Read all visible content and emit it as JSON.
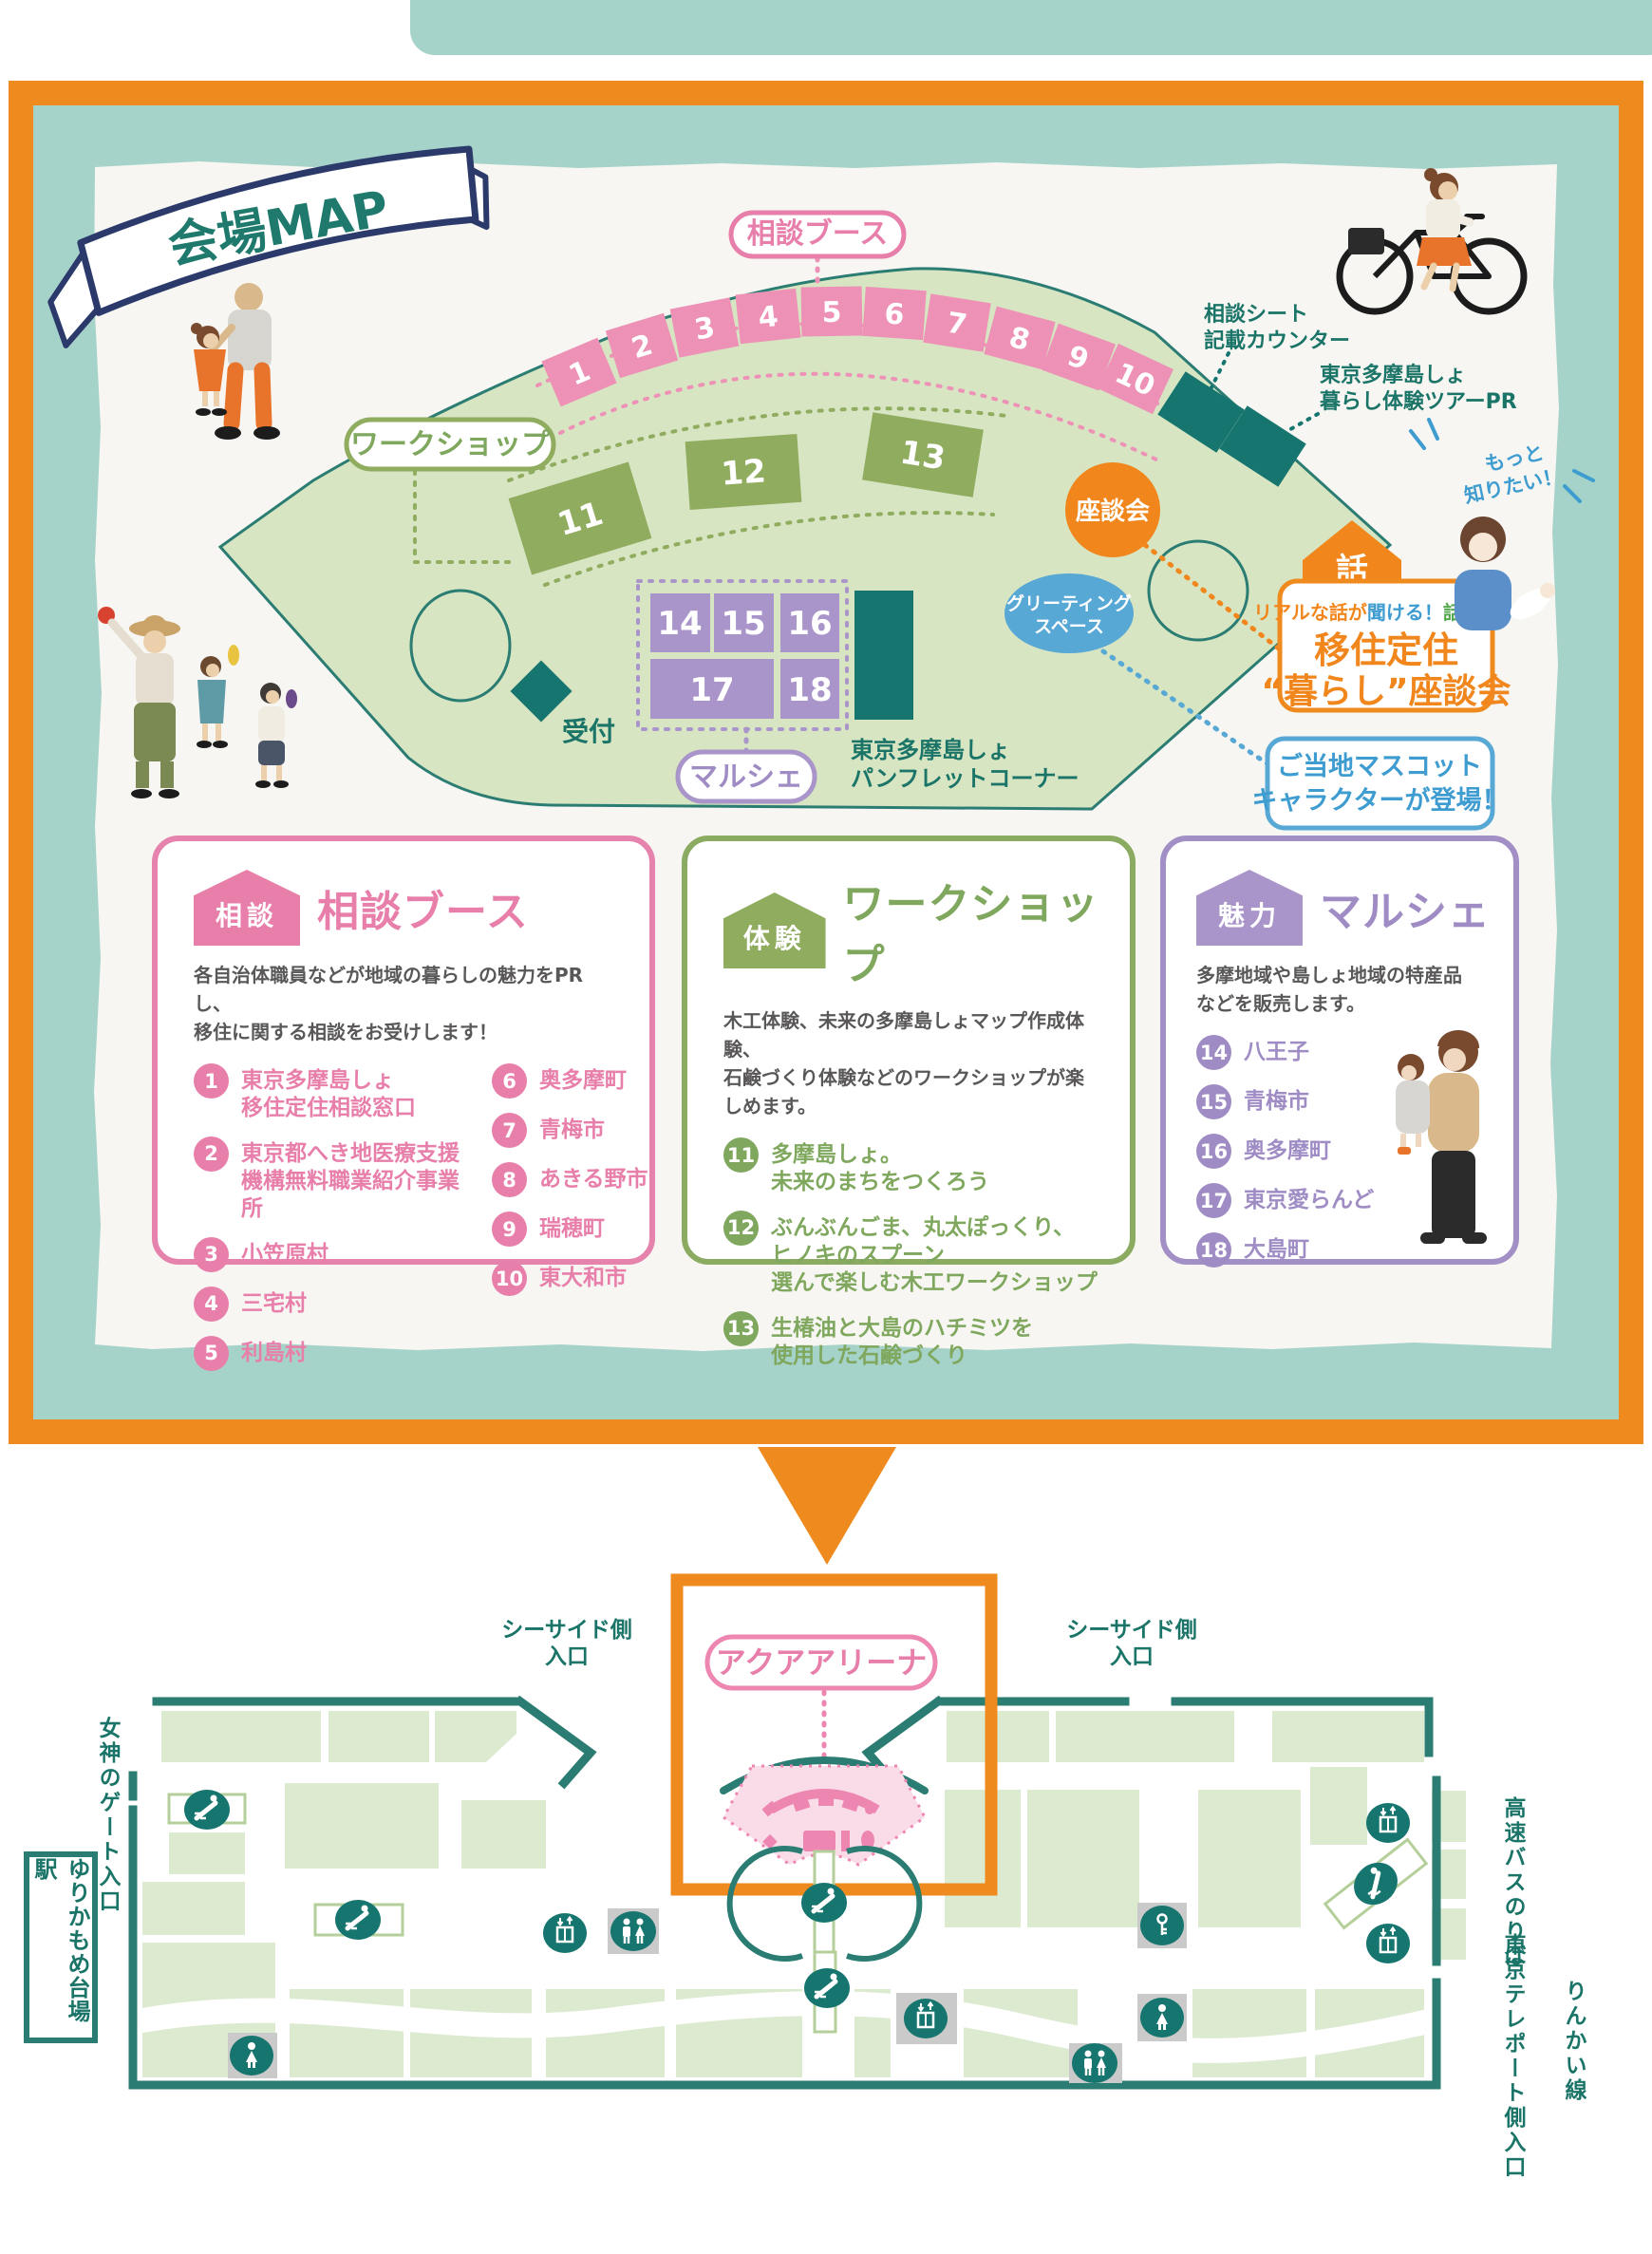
{
  "banner": {
    "title": "会場MAP"
  },
  "palette": {
    "frame_orange": "#ef8a1f",
    "teal_background": "#a6d3c9",
    "teal_text": "#1b7468",
    "teal_dark": "#17756f",
    "wall_teal": "#2b7c72",
    "map_green": "#d7e5c2",
    "block_green": "#dcead0",
    "pink": "#e87fab",
    "pink_booth": "#ed92b6",
    "green": "#7fa85e",
    "green_booth": "#8fac5f",
    "purple": "#9f8cc4",
    "purple_booth": "#a995ca",
    "blue": "#3e9cd0",
    "blue_fill": "#58a8d5",
    "accent_orange": "#f0861c",
    "navy": "#2b3a6b"
  },
  "venue_map": {
    "consult_label": "相談ブース",
    "workshop_label": "ワークショップ",
    "marche_label": "マルシェ",
    "consult_booths": [
      "1",
      "2",
      "3",
      "4",
      "5",
      "6",
      "7",
      "8",
      "9",
      "10"
    ],
    "workshop_booths": [
      "11",
      "12",
      "13"
    ],
    "marche_booths": [
      "14",
      "15",
      "16",
      "17",
      "18"
    ],
    "reception_label": "受付",
    "zadankai_label": "座談会",
    "greeting_line1": "グリーティング",
    "greeting_line2": "スペース",
    "pamphlet_line1": "東京多摩島しょ",
    "pamphlet_line2": "パンフレットコーナー",
    "consult_sheet_line1": "相談シート",
    "consult_sheet_line2": "記載カウンター",
    "tour_pr_line1": "東京多摩島しょ",
    "tour_pr_line2": "暮らし体験ツアーPR",
    "talk_arrow_label": "話",
    "talk_box": {
      "lead_1": "リアルな話が",
      "lead_2": "聞ける！",
      "lead_3": "話せる！",
      "title_line1": "移住定住",
      "title_line2": "“暮らし”座談会"
    },
    "mascot_line1": "ご当地マスコット",
    "mascot_line2": "キャラクターが登場！",
    "more_line1": "もっと",
    "more_line2": "知りたい！"
  },
  "cards": [
    {
      "badge": "相談",
      "title": "相談ブース",
      "desc1": "各自治体職員などが地域の暮らしの魅力をPRし、",
      "desc2": "移住に関する相談をお受けします！",
      "items_left": [
        {
          "num": "1",
          "line1": "東京多摩島しょ",
          "line2": "移住定住相談窓口"
        },
        {
          "num": "2",
          "line1": "東京都へき地医療支援",
          "line2": "機構無料職業紹介事業所"
        },
        {
          "num": "3",
          "line1": "小笠原村"
        },
        {
          "num": "4",
          "line1": "三宅村"
        },
        {
          "num": "5",
          "line1": "利島村"
        }
      ],
      "items_right": [
        {
          "num": "6",
          "line1": "奥多摩町"
        },
        {
          "num": "7",
          "line1": "青梅市"
        },
        {
          "num": "8",
          "line1": "あきる野市"
        },
        {
          "num": "9",
          "line1": "瑞穂町"
        },
        {
          "num": "10",
          "line1": "東大和市"
        }
      ]
    },
    {
      "badge": "体験",
      "title": "ワークショップ",
      "desc1": "木工体験、未来の多摩島しょマップ作成体験、",
      "desc2": "石鹸づくり体験などのワークショップが楽しめます。",
      "items": [
        {
          "num": "11",
          "line1": "多摩島しょ。",
          "line2": "未来のまちをつくろう"
        },
        {
          "num": "12",
          "line1": "ぶんぶんごま、丸太ぽっくり、",
          "line2": "ヒノキのスプーン",
          "line3": "選んで楽しむ木工ワークショップ"
        },
        {
          "num": "13",
          "line1": "生椿油と大島のハチミツを",
          "line2": "使用した石鹸づくり"
        }
      ]
    },
    {
      "badge": "魅力",
      "title": "マルシェ",
      "desc1": "多摩地域や島しょ地域の特産品",
      "desc2": "などを販売します。",
      "items": [
        {
          "num": "14",
          "line1": "八王子"
        },
        {
          "num": "15",
          "line1": "青梅市"
        },
        {
          "num": "16",
          "line1": "奥多摩町"
        },
        {
          "num": "17",
          "line1": "東京愛らんど"
        },
        {
          "num": "18",
          "line1": "大島町"
        }
      ]
    }
  ],
  "floor_map": {
    "arena_label": "アクアアリーナ",
    "seaside_line1": "シーサイド側",
    "seaside_line2": "入口",
    "megami_gate": "女神のゲート入口",
    "yurikamome": "ゆりかもめ台場駅",
    "highway_bus": "高速バスのりば",
    "teleport": "東京テレポート側入口",
    "rinkai": "りんかい線"
  }
}
